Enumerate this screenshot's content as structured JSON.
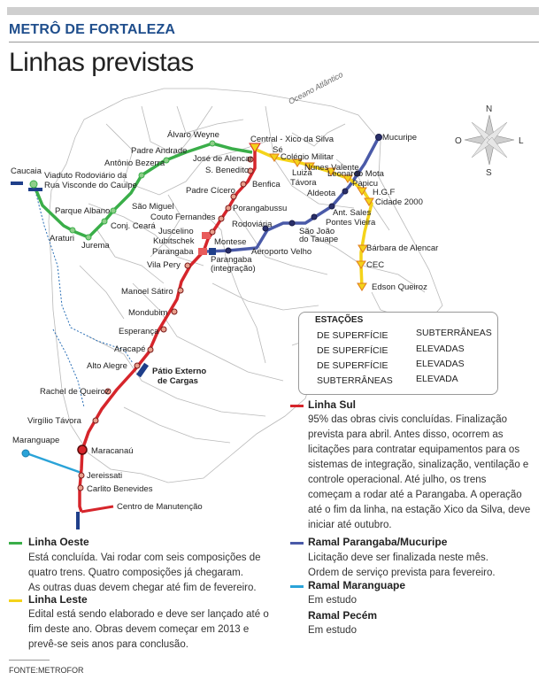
{
  "kicker": "METRÔ DE FORTALEZA",
  "title": "Linhas previstas",
  "ocean_label": "Oceano Atlântico",
  "compass": {
    "n": "N",
    "s": "S",
    "e": "L",
    "w": "O"
  },
  "colors": {
    "linha_sul": "#d6252b",
    "linha_oeste": "#3aae49",
    "linha_leste": "#f4d31a",
    "ramal_parangaba_mucuripe": "#4a5aa8",
    "ramal_maranguape": "#2aa3d8"
  },
  "stations": {
    "caucaia": "Caucaia",
    "viaduto_1": "Viaduto Rodoviário da",
    "viaduto_2": "Rua Visconde do Cauipe",
    "parque_albano": "Parque Albano",
    "araturi": "Araturi",
    "jurema": "Jurema",
    "conj_ceara": "Conj. Ceará",
    "sao_miguel": "São Miguel",
    "antonio_bezerra": "Antônio Bezerra",
    "padre_andrade": "Padre Andrade",
    "alvaro_weyne": "Álvaro Weyne",
    "jose_de_alencar": "José de Alencar",
    "s_benedito": "S. Benedito",
    "central": "Central - Xico da Silva",
    "se": "Sé",
    "colegio_militar": "Colégio Militar",
    "nunes_valente": "Nunes Valente",
    "luiza_tavora_1": "Luiza",
    "luiza_tavora_2": "Távora",
    "leonardo_mota": "Leonardo Mota",
    "papicu": "Papicu",
    "mucuripe": "Mucuripe",
    "hgf": "H.G.F",
    "cidade_2000": "Cidade 2000",
    "aldeota": "Aldeota",
    "ant_sales": "Ant. Sales",
    "pontes_vieira": "Pontes Vieira",
    "sao_joao_1": "São João",
    "sao_joao_2": "do Tauape",
    "barbara": "Bárbara de Alencar",
    "cec": "CEC",
    "edson_queiroz": "Edson Queiroz",
    "benfica": "Benfica",
    "padre_cicero": "Padre Cícero",
    "porangabussu": "Porangabussu",
    "couto_fernandes": "Couto Fernandes",
    "rodoviaria": "Rodoviária",
    "juscelino": "Juscelino",
    "kubitschek": "Kubitschek",
    "montese": "Montese",
    "parangaba": "Parangaba",
    "parangaba_int_1": "Parangaba",
    "parangaba_int_2": "(integração)",
    "aeroporto_velho": "Aeroporto Velho",
    "vila_pery": "Vila Pery",
    "manoel_satiro": "Manoel Sátiro",
    "mondubim": "Mondubim",
    "esperanca": "Esperança",
    "aracape": "Aracapé",
    "alto_alegre": "Alto Alegre",
    "patio_1": "Pátio Externo",
    "patio_2": "de Cargas",
    "rachel": "Rachel de Queiroz",
    "virgilio": "Virgílio Távora",
    "maranguape": "Maranguape",
    "maracanau": "Maracanaú",
    "jereissati": "Jereissati",
    "carlito": "Carlito Benevides",
    "centro_manutencao": "Centro de Manutenção"
  },
  "legend": {
    "title": "ESTAÇÕES",
    "left": [
      "DE SUPERFÍCIE",
      "DE SUPERFÍCIE",
      "DE SUPERFÍCIE",
      "SUBTERRÂNEAS"
    ],
    "right": [
      "SUBTERRÂNEAS",
      "ELEVADAS",
      "ELEVADAS",
      "ELEVADA"
    ]
  },
  "sections": {
    "sul": {
      "name": "Linha Sul",
      "text": [
        "95% das obras civis concluídas. Finalização",
        "prevista para abril. Antes disso, ocorrem as",
        "licitações para contratar equipamentos para os",
        "sistemas de integração, sinalização, ventilação e",
        "controle operacional. Até julho, os trens",
        "começam a rodar até a Parangaba. A operação",
        "até o fim da linha, na estação Xico da Silva, deve",
        "iniciar até outubro."
      ]
    },
    "oeste": {
      "name": "Linha Oeste",
      "text": [
        "Está concluída. Vai rodar com seis composições de",
        "quatro trens. Quatro composições já chegaram.",
        "As outras duas devem chegar até fim de fevereiro."
      ]
    },
    "leste": {
      "name": "Linha Leste",
      "text": [
        "Edital está sendo elaborado e deve ser lançado até o",
        "fim deste ano. Obras devem começar em 2013 e",
        "prevê-se seis anos para conclusão."
      ]
    },
    "ramal_pm": {
      "name": "Ramal Parangaba/Mucuripe",
      "text": [
        "Licitação deve ser finalizada neste mês.",
        "Ordem de serviço prevista para fevereiro."
      ]
    },
    "ramal_mar": {
      "name": "Ramal Maranguape",
      "text": [
        "Em estudo"
      ]
    },
    "ramal_pec": {
      "name": "Ramal Pecém",
      "text": [
        "Em estudo"
      ]
    }
  },
  "source": "FONTE:METROFOR"
}
